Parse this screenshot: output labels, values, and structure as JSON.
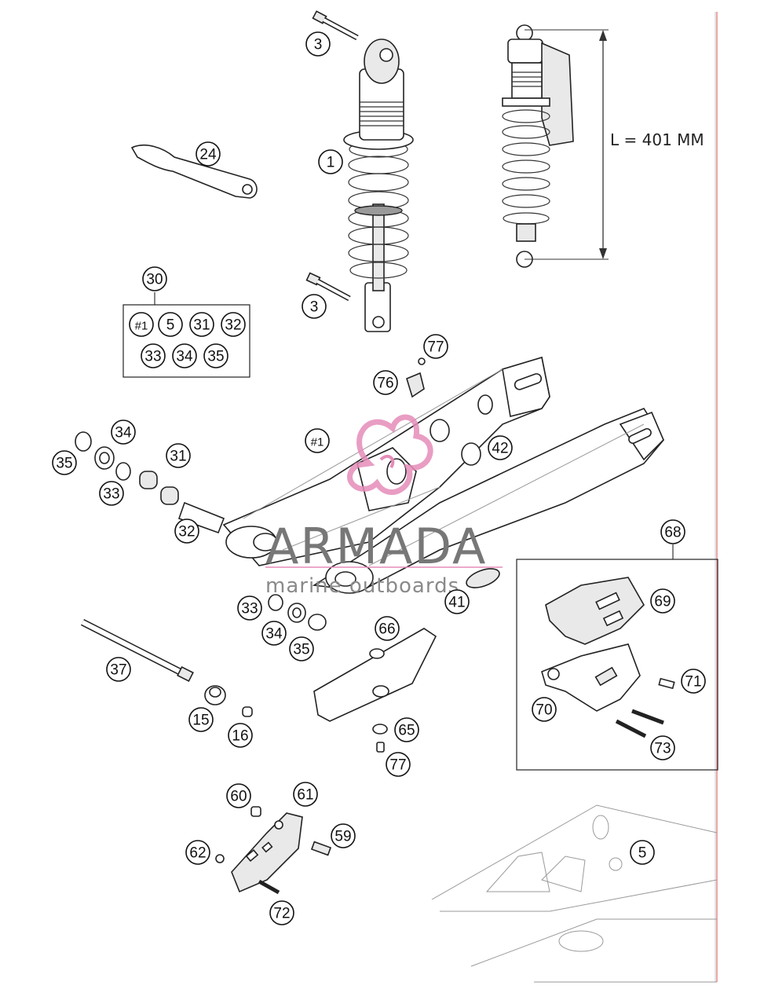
{
  "dimension": {
    "label": "L = 401 MM"
  },
  "watermark": {
    "brand": "ARMADA",
    "tagline": "marine outboards",
    "accent_color": "#e58cb8"
  },
  "callouts": [
    {
      "id": "c-3a",
      "label": "3"
    },
    {
      "id": "c-1",
      "label": "1"
    },
    {
      "id": "c-24",
      "label": "24"
    },
    {
      "id": "c-3b",
      "label": "3"
    },
    {
      "id": "c-30",
      "label": "30"
    },
    {
      "id": "c-k1",
      "label": "#1"
    },
    {
      "id": "c-k5",
      "label": "5"
    },
    {
      "id": "c-k31",
      "label": "31"
    },
    {
      "id": "c-k32",
      "label": "32"
    },
    {
      "id": "c-k33",
      "label": "33"
    },
    {
      "id": "c-k34",
      "label": "34"
    },
    {
      "id": "c-k35",
      "label": "35"
    },
    {
      "id": "c-77a",
      "label": "77"
    },
    {
      "id": "c-76",
      "label": "76"
    },
    {
      "id": "c-1b",
      "label": "#1"
    },
    {
      "id": "c-42",
      "label": "42"
    },
    {
      "id": "c-34a",
      "label": "34"
    },
    {
      "id": "c-35a",
      "label": "35"
    },
    {
      "id": "c-31",
      "label": "31"
    },
    {
      "id": "c-33a",
      "label": "33"
    },
    {
      "id": "c-32",
      "label": "32"
    },
    {
      "id": "c-68",
      "label": "68"
    },
    {
      "id": "c-69",
      "label": "69"
    },
    {
      "id": "c-41",
      "label": "41"
    },
    {
      "id": "c-33b",
      "label": "33"
    },
    {
      "id": "c-34b",
      "label": "34"
    },
    {
      "id": "c-35b",
      "label": "35"
    },
    {
      "id": "c-66",
      "label": "66"
    },
    {
      "id": "c-37",
      "label": "37"
    },
    {
      "id": "c-71",
      "label": "71"
    },
    {
      "id": "c-70",
      "label": "70"
    },
    {
      "id": "c-73",
      "label": "73"
    },
    {
      "id": "c-15",
      "label": "15"
    },
    {
      "id": "c-16",
      "label": "16"
    },
    {
      "id": "c-65",
      "label": "65"
    },
    {
      "id": "c-77b",
      "label": "77"
    },
    {
      "id": "c-60",
      "label": "60"
    },
    {
      "id": "c-61",
      "label": "61"
    },
    {
      "id": "c-59",
      "label": "59"
    },
    {
      "id": "c-62",
      "label": "62"
    },
    {
      "id": "c-72",
      "label": "72"
    },
    {
      "id": "c-5",
      "label": "5"
    }
  ]
}
